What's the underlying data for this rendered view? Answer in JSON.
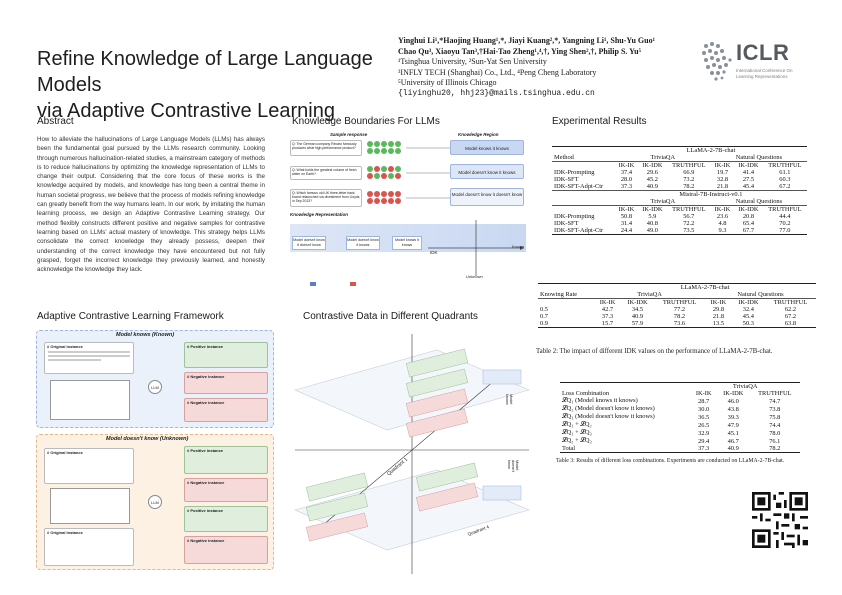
{
  "header": {
    "title_line1": "Refine Knowledge of Large Language Models",
    "title_line2": "via Adaptive Contrastive Learning",
    "authors_line1": "Yinghui Li¹,*Haojing Huang¹,*, Jiayi Kuang²,*, Yangning Li¹, Shu-Yu Guo¹",
    "authors_line2": "Chao Qu³, Xiaoyu Tan³,†Hai-Tao Zheng¹,⁴,†, Ying Shen²,†, Philip S. Yu⁵",
    "affil_line1": "¹Tsinghua University, ²Sun-Yat Sen University",
    "affil_line2": "³INFLY TECH (Shanghai) Co., Ltd., ⁴Peng Cheng Laboratory",
    "affil_line3": "⁵University of Illinois Chicago",
    "email": "{liyinghu20, hhj23}@mails.tsinghua.edu.cn",
    "logo_word": "ICLR",
    "logo_sub": "International Conference On Learning Representations"
  },
  "abstract": {
    "title": "Abstract",
    "body": "How to alleviate the hallucinations of Large Language Models (LLMs) has always been the fundamental goal pursued by the LLMs research community. Looking through numerous hallucination-related studies, a mainstream category of methods is to reduce hallucinations by optimizing the knowledge representation of LLMs to change their output. Considering that the core focus of these works is the knowledge acquired by models, and knowledge has long been a central theme in human societal progress, we believe that the process of models refining knowledge can greatly benefit from the way humans learn. In our work, by imitating the human learning process, we design an Adaptive Contrastive Learning strategy. Our method flexibly constructs different positive and negative samples for contrastive learning based on LLMs' actual mastery of knowledge. This strategy helps LLMs consolidate the correct knowledge they already possess, deepen their understanding of the correct knowledge they have encountered but not fully grasped, forget the incorrect knowledge they previously learned, and honestly acknowledge the knowledge they lack."
  },
  "sections": {
    "knowledge_boundaries": "Knowledge Boundaries For LLMs",
    "framework": "Adaptive Contrastive Learning Framework",
    "quadrants": "Contrastive Data in Different Quadrants",
    "results": "Experimental Results"
  },
  "figure_kb": {
    "sample_response": "Sample response",
    "knowledge_region": "Knowledge Region",
    "q1": "Q: The German company Recaro famously produces what high-performance product?",
    "q2": "Q: What holds the greatest volume of fresh water on Earth?",
    "q3": "Q: Which famous old UK three-letter bank brand relaunched via divestment from Lloyds in Sep 2013?",
    "box1": "Model knows it knows",
    "box2": "Model doesn't know it knows",
    "box3": "Model doesn't know it doesn't know",
    "rep_title": "Knowledge Representation",
    "rep1": "Model doesn't know it doesn't know",
    "rep2": "Model doesn't know it knows",
    "rep3": "Model knows it knows",
    "idk": "IDK",
    "known": "Known",
    "unknown": "Unknown"
  },
  "figure_acl": {
    "known_header": "Model knows (Known)",
    "unknown_header": "Model doesn't know (Unknown)",
    "original": "# Original Instance",
    "positive": "# Positive instance",
    "negative": "# Negative instance",
    "llm": "LLM"
  },
  "figure_cd": {
    "q1": "Quadrant 1",
    "q4": "Quadrant 4",
    "model_knows": "Model knows",
    "model_doesnt_know": "Model doesn't know"
  },
  "table1": {
    "header_model1": "LLaMA-2-7B-chat",
    "header_model2": "Mistral-7B-Instruct-v0.1",
    "method": "Method",
    "triviaqa": "TriviaQA",
    "nq": "Natural Questions",
    "cols": [
      "IK-IK",
      "IK-IDK",
      "TRUTHFUL",
      "IK-IK",
      "IK-IDK",
      "TRUTHFUL"
    ],
    "rows_llama": [
      {
        "name": "IDK-Prompting",
        "vals": [
          "37.4",
          "29.6",
          "66.9",
          "19.7",
          "41.4",
          "61.1"
        ]
      },
      {
        "name": "IDK-SFT",
        "vals": [
          "28.0",
          "45.2",
          "73.2",
          "32.8",
          "27.5",
          "60.3"
        ]
      },
      {
        "name": "IDK-SFT-Adpt-Ctr",
        "vals": [
          "37.3",
          "40.9",
          "78.2",
          "21.8",
          "45.4",
          "67.2"
        ]
      }
    ],
    "rows_mistral": [
      {
        "name": "IDK-Prompting",
        "vals": [
          "50.8",
          "5.9",
          "56.7",
          "23.6",
          "20.8",
          "44.4"
        ]
      },
      {
        "name": "IDK-SFT",
        "vals": [
          "31.4",
          "40.8",
          "72.2",
          "4.8",
          "65.4",
          "70.2"
        ]
      },
      {
        "name": "IDK-SFT-Adpt-Ctr",
        "vals": [
          "24.4",
          "49.0",
          "73.5",
          "9.3",
          "67.7",
          "77.0"
        ]
      }
    ]
  },
  "table2": {
    "header_model": "LLaMA-2-7B-chat",
    "rate": "Knowing Rate",
    "triviaqa": "TriviaQA",
    "nq": "Natural Questions",
    "cols": [
      "IK-IK",
      "IK-IDK",
      "TRUTHFUL",
      "IK-IK",
      "IK-IDK",
      "TRUTHFUL"
    ],
    "rows": [
      {
        "name": "0.5",
        "vals": [
          "42.7",
          "34.5",
          "77.2",
          "29.8",
          "32.4",
          "62.2"
        ]
      },
      {
        "name": "0.7",
        "vals": [
          "37.3",
          "40.9",
          "78.2",
          "21.8",
          "45.4",
          "67.2"
        ]
      },
      {
        "name": "0.9",
        "vals": [
          "15.7",
          "57.9",
          "73.6",
          "13.5",
          "50.3",
          "63.8"
        ]
      }
    ],
    "caption": "Table 2: The impact of different IDK values on the performance of LLaMA-2-7B-chat."
  },
  "table3": {
    "loss": "Loss Combination",
    "triviaqa": "TriviaQA",
    "cols": [
      "IK-IK",
      "IK-IDK",
      "TRUTHFUL"
    ],
    "rows": [
      {
        "name": "𝓛Q₁ (Model knows it knows)",
        "vals": [
          "28.7",
          "46.0",
          "74.7"
        ]
      },
      {
        "name": "𝓛Q₂ (Model doesn't know it knows)",
        "vals": [
          "30.0",
          "43.8",
          "73.8"
        ]
      },
      {
        "name": "𝓛Q₃ (Model doesn't know it knows)",
        "vals": [
          "36.5",
          "39.3",
          "75.8"
        ]
      },
      {
        "name": "𝓛Q₁ + 𝓛Q₂",
        "vals": [
          "26.5",
          "47.9",
          "74.4"
        ]
      },
      {
        "name": "𝓛Q₁ + 𝓛Q₃",
        "vals": [
          "32.9",
          "45.1",
          "78.0"
        ]
      },
      {
        "name": "𝓛Q₂ + 𝓛Q₃",
        "vals": [
          "29.4",
          "46.7",
          "76.1"
        ]
      },
      {
        "name": "Total",
        "vals": [
          "37.3",
          "40.9",
          "78.2"
        ]
      }
    ],
    "caption": "Table 3: Results of different loss combinations. Experiments are conducted on LLaMA-2-7B-chat."
  },
  "colors": {
    "accent_blue": "#c9d8f2",
    "positive_green": "#dfeedd",
    "negative_red": "#f6dada",
    "known_bg": "#eaf1fb",
    "unknown_bg": "#fdf1e4"
  }
}
